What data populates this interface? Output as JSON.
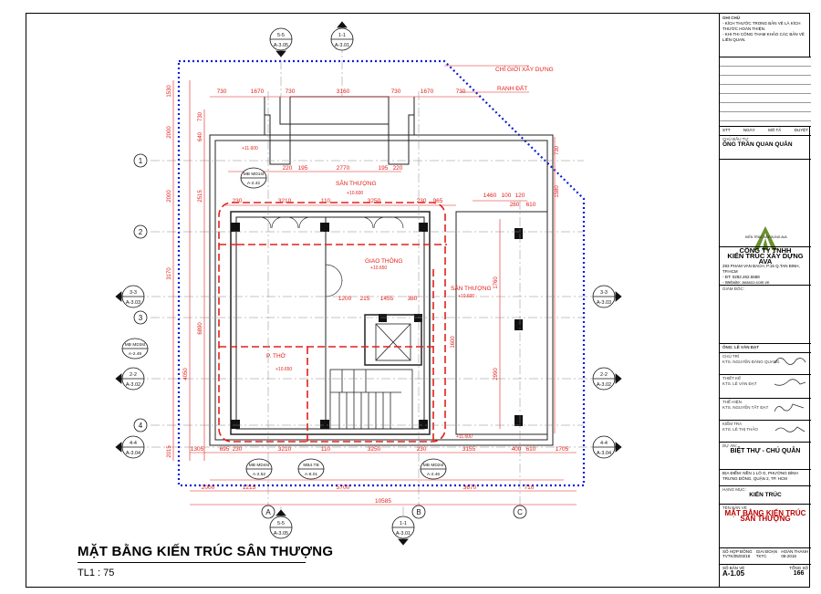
{
  "title": {
    "main": "MẶT BẰNG KIẾN TRÚC SÂN THƯỢNG",
    "scale": "TL1 : 75"
  },
  "notes": {
    "header": "GHI CHÚ",
    "line1": "- KÍCH THƯỚC TRONG BẢN VẼ LÀ KÍCH THƯỚC HOÀN THIỆN.",
    "line2": "- KHI THI CÔNG THAM KHẢO CÁC BẢN VẼ LIÊN QUAN.",
    "rev_cols": [
      "STT",
      "NGÀY",
      "MÔ TẢ",
      "DUYỆT"
    ]
  },
  "client": {
    "label": "CHỦ ĐẦU TƯ:",
    "name": "ÔNG TRẦN QUAN QUÂN"
  },
  "company": {
    "logo_text": "KIẾN TRÚC XÂY DỰNG AVA",
    "name1": "CÔNG TY TNHH",
    "name2": "KIẾN TRÚC XÂY DỰNG AVA",
    "addr": "293 PHAM VAN BACH, P.15 Q.TAN BINH, TP.HCM",
    "phone": "- ĐT: 0282.262.5588",
    "web": "- Website: avaxco.com.vn",
    "director_label": "GIÁM ĐỐC:",
    "director": "ÔNG: LÊ VĂN ĐẠT"
  },
  "roles": [
    {
      "label": "CHỦ TRÌ",
      "name": "KTS. NGUYỄN ĐĂNG QUANG"
    },
    {
      "label": "THIẾT KẾ",
      "name": "KTS. LÊ VĂN ĐẠT"
    },
    {
      "label": "THỂ HIỆN",
      "name": "KTS. NGUYỄN TẤT ĐẠT"
    },
    {
      "label": "KIỂM TRA",
      "name": "KTS. LÊ THỊ THẢO"
    }
  ],
  "project": {
    "label": "DỰ ÁN:",
    "name": "BIỆT THỰ - CHÚ QUÂN",
    "location": "ĐỊA ĐIỂM: NỀN 1 LÔ G, PHƯỜNG BÌNH TRƯNG ĐÔNG, QUẬN 2, TP. HCM",
    "category_label": "HẠNG MỤC:",
    "category": "KIẾN TRÚC",
    "drawing_label": "TÊN BẢN VẼ",
    "drawing_name1": "MẶT BẰNG KIẾN TRÚC",
    "drawing_name2": "SÂN THƯỢNG"
  },
  "meta": {
    "contract_label": "SỐ HỢP ĐỒNG",
    "contract": "TVTK/05/03/18",
    "phase_label": "GIAI ĐOẠN",
    "phase": "TKTC",
    "done_label": "HOÀN THÀNH",
    "done": "08-2018",
    "sheet_label": "SỐ BẢN VẼ",
    "sheet": "A-1.05",
    "total_label": "TỔNG SỐ",
    "total": "166"
  },
  "plan_labels": {
    "setback": "CHỈ GIỚI XÂY DỰNG",
    "boundary": "RANH ĐẤT",
    "san_thuong": "SÂN THƯỢNG",
    "giao_thong": "GIAO THÔNG",
    "p_tho": "P. THỜ",
    "lv_1": "+11.600",
    "lv_2": "+10.650",
    "lv_3": "+10.650",
    "lv_4": "+10.600",
    "lv_5": "+10.600",
    "lv_6": "+11.600"
  },
  "grid_rows": [
    "1",
    "2",
    "3",
    "4"
  ],
  "grid_cols": [
    "A",
    "B",
    "C"
  ],
  "top_dims": [
    "730",
    "1670",
    "730",
    "3160",
    "730",
    "1670",
    "730"
  ],
  "inner_dims1": [
    "220",
    "195",
    "2770",
    "195",
    "220"
  ],
  "inner_dims2": [
    "230",
    "3210",
    "110",
    "3250",
    "230",
    "965"
  ],
  "inner_dims3": [
    "1460",
    "100",
    "120",
    "280",
    "610"
  ],
  "mid_dims": [
    "1200",
    "215",
    "1455",
    "380"
  ],
  "bot_dims1": [
    "1305",
    "695",
    "230",
    "3210",
    "110",
    "3250",
    "230",
    "3155",
    "400",
    "610",
    "1705"
  ],
  "bot_dims2": [
    "2000",
    "1215",
    "5700",
    "3670",
    "710"
  ],
  "bot_total": "10585",
  "left_dims": [
    "1530",
    "2000",
    "2000",
    "3170",
    "2015",
    "730",
    "640",
    "2515",
    "6890",
    "4050"
  ],
  "right_dims": [
    "730",
    "1580",
    "1760",
    "2990",
    "1600"
  ],
  "section_marks": [
    {
      "num": "5-5",
      "sheet": "A-3.05"
    },
    {
      "num": "1-1",
      "sheet": "A-3.01"
    },
    {
      "num": "3-3",
      "sheet": "A-3.03"
    },
    {
      "num": "2-2",
      "sheet": "A-3.02"
    },
    {
      "num": "4-4",
      "sheet": "A-3.04"
    },
    {
      "num": "3-3",
      "sheet": "A-3.03"
    },
    {
      "num": "2-2",
      "sheet": "A-3.02"
    },
    {
      "num": "4-4",
      "sheet": "A-3.04"
    },
    {
      "num": "5-5",
      "sheet": "A-3.05"
    },
    {
      "num": "1-1",
      "sheet": "A-3.01"
    }
  ],
  "details": [
    {
      "num": "MB MD1st",
      "sheet": "A-2.42"
    },
    {
      "num": "MB MD3st",
      "sheet": "A-2.49"
    },
    {
      "num": "MB MD4st",
      "sheet": "A-2.52"
    },
    {
      "num": "MB4.TB",
      "sheet": "A-8.01"
    },
    {
      "num": "MB MD2st",
      "sheet": "A-2.46"
    }
  ],
  "colors": {
    "red": "#e0201c",
    "blue": "#0a1fd6",
    "black": "#111111"
  }
}
